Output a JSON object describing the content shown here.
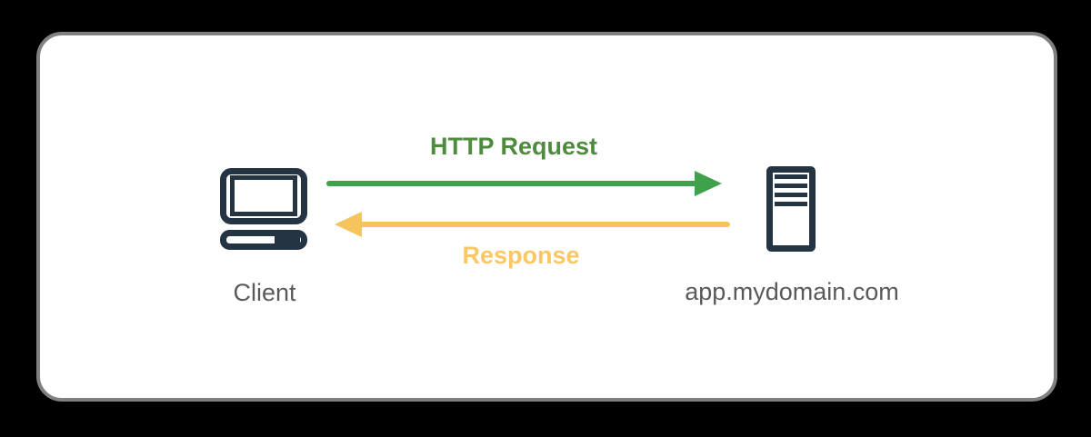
{
  "background_color": "#000000",
  "card": {
    "background_color": "#ffffff",
    "border_color": "#808080"
  },
  "diagram": {
    "client": {
      "label": "Client"
    },
    "server": {
      "label": "app.mydomain.com"
    },
    "request": {
      "label": "HTTP Request",
      "text_color": "#4e8b3e",
      "arrow_color": "#3fa14b",
      "direction": "right"
    },
    "response": {
      "label": "Response",
      "text_color": "#f9c763",
      "arrow_color": "#f5c45c",
      "direction": "left"
    },
    "icon_color": "#253443",
    "label_color": "#58595b"
  }
}
